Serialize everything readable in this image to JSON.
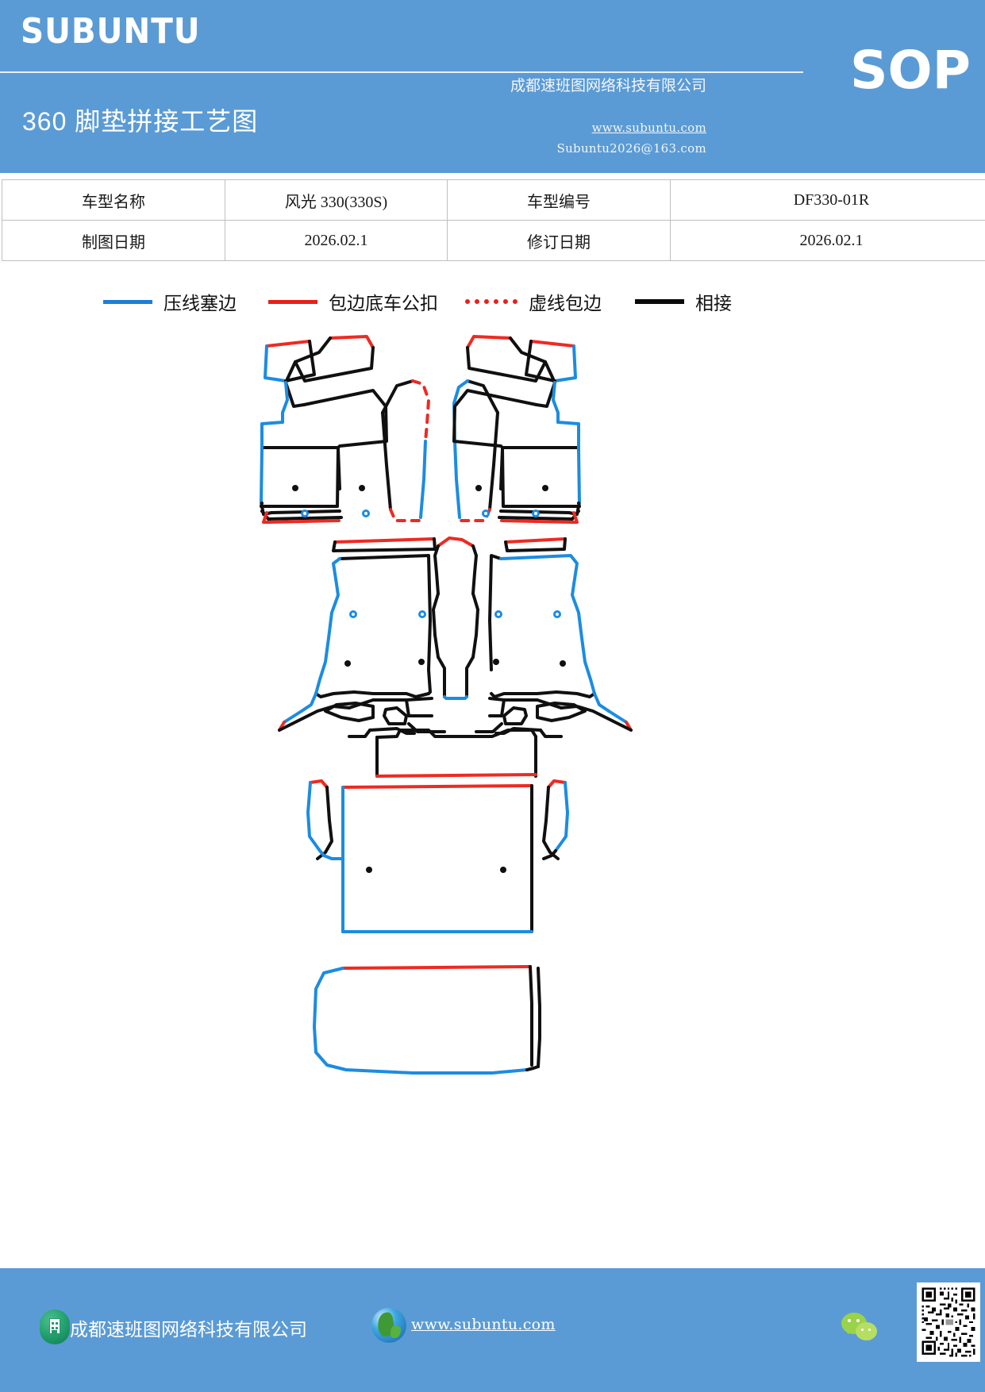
{
  "header": {
    "brand": "SUBUNTU",
    "doc_title": "360 脚垫拼接工艺图",
    "badge": "SOP",
    "company": "成都速班图网络科技有限公司",
    "website": "www.subuntu.com",
    "email": "Subuntu2026@163.com",
    "bg_color": "#5b9bd5"
  },
  "info_table": {
    "rows": [
      {
        "label1": "车型名称",
        "value1": "风光 330(330S)",
        "label2": "车型编号",
        "value2": "DF330-01R"
      },
      {
        "label1": "制图日期",
        "value1": "2026.02.1",
        "label2": "修订日期",
        "value2": "2026.02.1"
      }
    ]
  },
  "legend": {
    "items": [
      {
        "label": "压线塞边",
        "color": "#1c7fd4",
        "style": "solid"
      },
      {
        "label": "包边底车公扣",
        "color": "#e8201a",
        "style": "solid"
      },
      {
        "label": "虚线包边",
        "color": "#e8201a",
        "style": "dotted"
      },
      {
        "label": "相接",
        "color": "#0a0a0a",
        "style": "solid"
      }
    ]
  },
  "drawing": {
    "title": "360 floor mat splicing pattern layout",
    "colors": {
      "seam_blue": "#1c8ce0",
      "edge_red": "#ee2a22",
      "join_black": "#101010"
    },
    "pieces": [
      "front-left-mat",
      "front-right-mat",
      "second-row-left-mat",
      "second-row-right-mat",
      "center-tunnel-panel",
      "third-row-mat",
      "trunk-mat"
    ]
  },
  "footer": {
    "company": "成都速班图网络科技有限公司",
    "website": "www.subuntu.com",
    "bg_color": "#5b9bd5"
  }
}
